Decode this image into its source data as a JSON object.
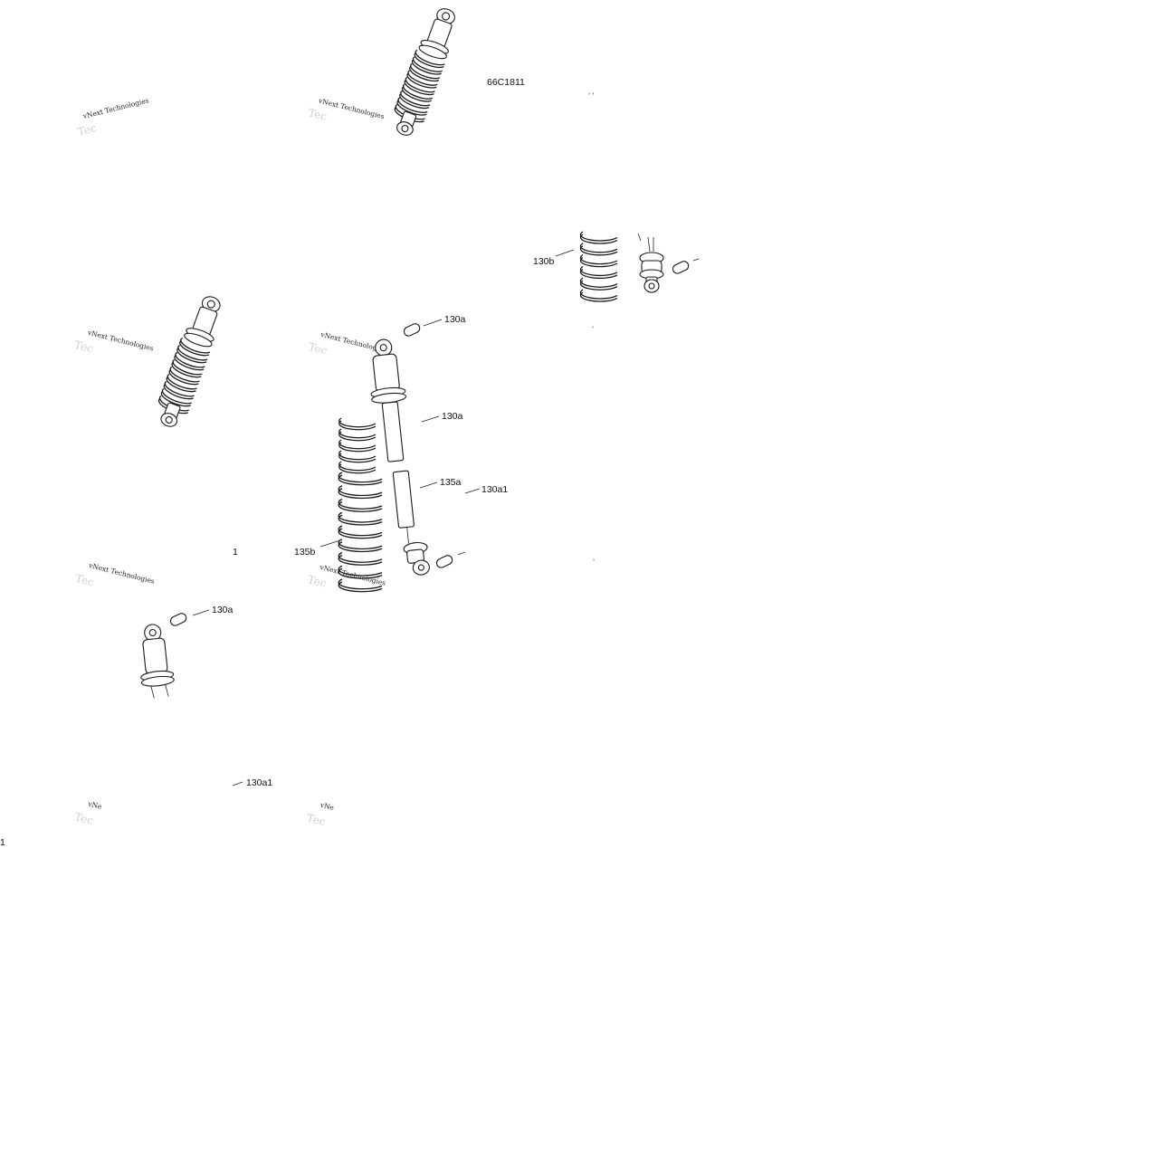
{
  "figure_id": "66C1811",
  "watermark": {
    "text": "vNext Technologies",
    "partial": "vNe",
    "partial_back": "Tec"
  },
  "callouts": [
    {
      "id": "label-130a-top",
      "text": "130a"
    },
    {
      "id": "label-130a-mid",
      "text": "130a"
    },
    {
      "id": "label-135a",
      "text": "135a"
    },
    {
      "id": "label-130a1-right",
      "text": "130a1"
    },
    {
      "id": "label-135b",
      "text": "135b"
    },
    {
      "id": "label-130b",
      "text": "130b"
    },
    {
      "id": "label-1",
      "text": "1"
    },
    {
      "id": "label-130a-partial",
      "text": "130a"
    },
    {
      "id": "label-130a1-bottom",
      "text": "130a1"
    },
    {
      "id": "label-1-edge",
      "text": "1"
    }
  ]
}
